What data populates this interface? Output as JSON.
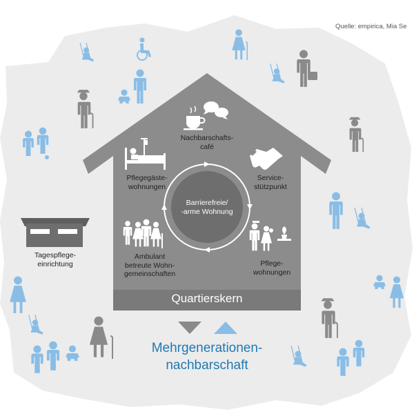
{
  "source": "Quelle: empirica, Mia Se",
  "center": "Barrierefreie/\n-arme Wohnung",
  "quartierskern": "Quartierskern",
  "tagespflege": "Tagespflege-\neinrichtung",
  "modules": {
    "nachbarschaftscafe": "Nachbarschafts-\ncafé",
    "pflegegaeste": "Pflegegäste-\nwohnungen",
    "service": "Service-\nstützpunkt",
    "ambulant": "Ambulant\nbetreute Wohn-\ngemeinschaften",
    "pflegewohnungen": "Pflege-\nwohnungen"
  },
  "mehrgenerationen": "Mehrgenerationen-\nnachbarschaft",
  "icons": [
    "coffee-cup-icon",
    "speech-bubbles-icon",
    "hospital-bed-icon",
    "handshake-icon",
    "group-seniors-icon",
    "nurse-senior-icon",
    "person-icon",
    "senior-cane-icon",
    "child-icon",
    "baby-icon",
    "wheelchair-icon",
    "businessman-icon",
    "swing-child-icon",
    "building-icon",
    "arrow-down-icon",
    "arrow-up-icon"
  ],
  "colors": {
    "house": "#8c8c8c",
    "house_dark": "#7a7a7a",
    "circle": "#6e6e6e",
    "people_blue": "#89bde6",
    "people_dark": "#8a8a8a",
    "map": "#ececec",
    "accent": "#1f78b4",
    "arrow_up": "#89bde6",
    "arrow_down": "#8a8a8a"
  }
}
